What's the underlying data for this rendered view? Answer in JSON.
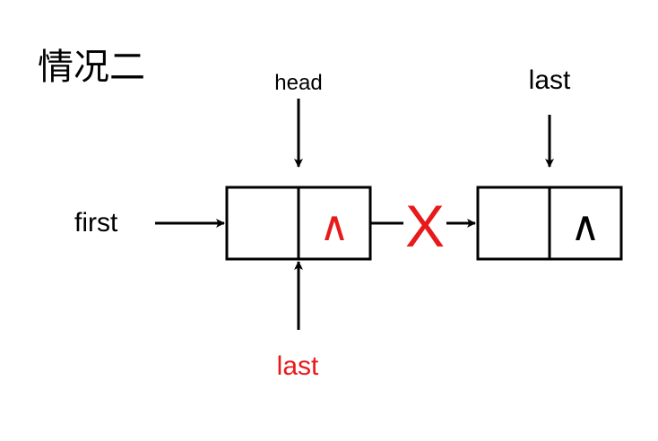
{
  "title": "情况二",
  "labels": {
    "head": "head",
    "first": "first",
    "last_top": "last",
    "last_bottom": "last"
  },
  "nodes": [
    {
      "data": "",
      "next": "∧",
      "next_color": "#e8191a"
    },
    {
      "data": "",
      "next": "∧",
      "next_color": "#000000"
    }
  ],
  "cross_mark": "X",
  "colors": {
    "stroke": "#000000",
    "highlight": "#e8191a",
    "background": "#ffffff"
  }
}
